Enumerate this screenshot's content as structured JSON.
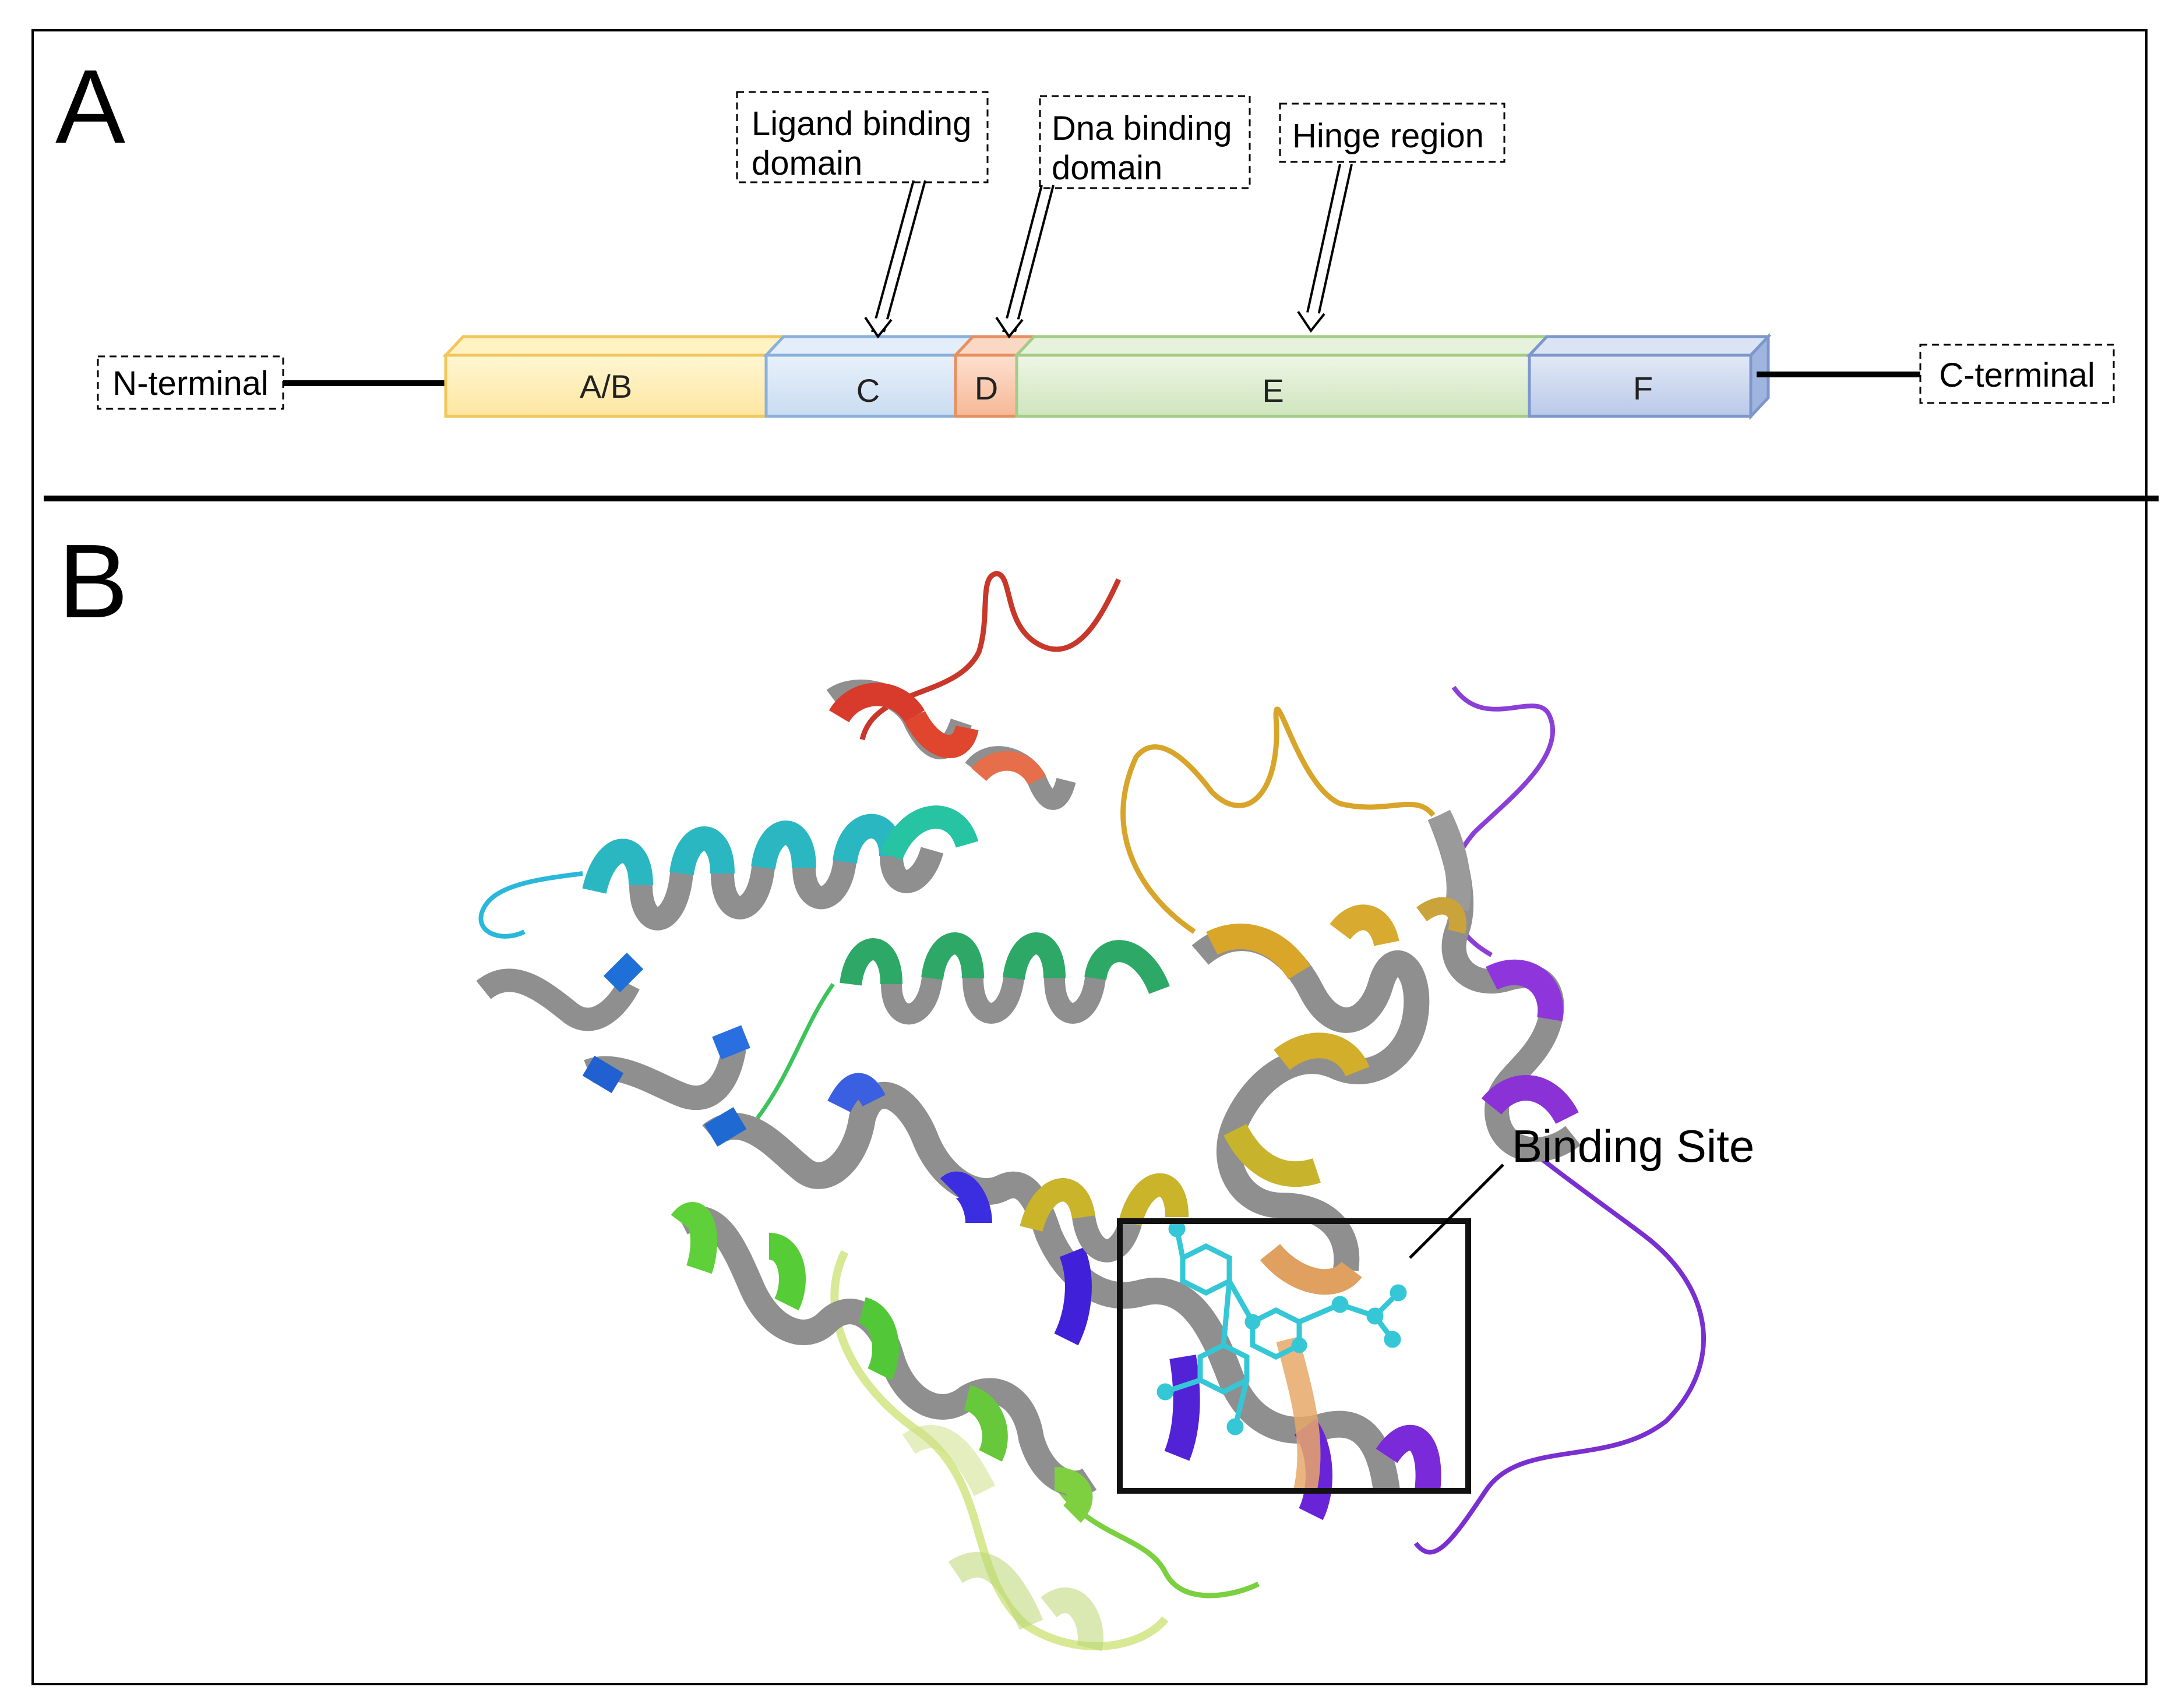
{
  "panels": {
    "a": {
      "letter": "A"
    },
    "b": {
      "letter": "B"
    }
  },
  "domain_bar": {
    "n_terminal": "N-terminal",
    "c_terminal": "C-terminal",
    "segments": [
      {
        "key": "ab",
        "label": "A/B",
        "color": "#fde9a8",
        "stroke": "#f5c95a"
      },
      {
        "key": "c",
        "label": "C",
        "color": "#d3e3f4",
        "stroke": "#8cb0dc"
      },
      {
        "key": "d",
        "label": "D",
        "color": "#f8c6a8",
        "stroke": "#e89468"
      },
      {
        "key": "e",
        "label": "E",
        "color": "#d6e9c8",
        "stroke": "#a4cc8a"
      },
      {
        "key": "f",
        "label": "F",
        "color": "#c9d5ee",
        "stroke": "#7d97cd"
      }
    ]
  },
  "callouts": {
    "ligand_line1": "Ligand binding",
    "ligand_line2": "domain",
    "dna_line1": "Dna binding",
    "dna_line2": "domain",
    "hinge": "Hinge region"
  },
  "structure": {
    "binding_site_label": "Binding Site",
    "ligand_color": "#35c7d6",
    "helix_backside_color": "#8f8f8f"
  }
}
